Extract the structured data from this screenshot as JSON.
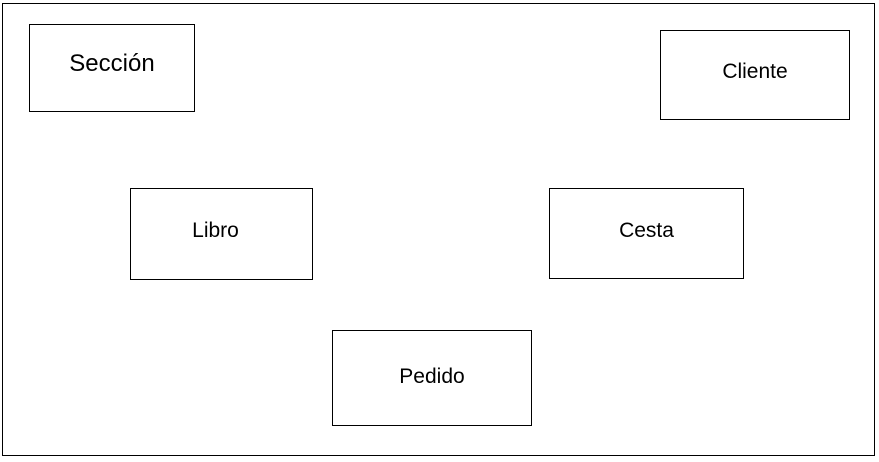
{
  "diagram": {
    "entities": {
      "seccion": {
        "label": "Sección"
      },
      "cliente": {
        "label": "Cliente"
      },
      "libro": {
        "label": "Libro"
      },
      "cesta": {
        "label": "Cesta"
      },
      "pedido": {
        "label": "Pedido"
      }
    },
    "colors": {
      "background": "#ffffff",
      "stroke": "#000000",
      "text": "#000000"
    }
  }
}
